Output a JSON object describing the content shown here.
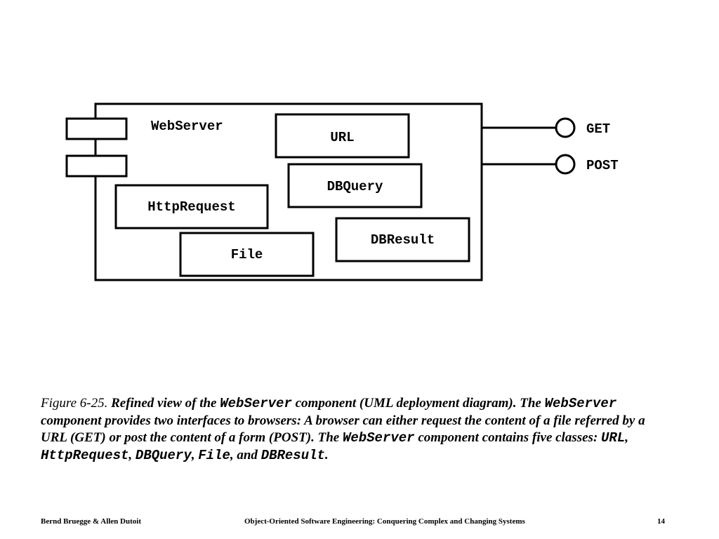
{
  "diagram": {
    "component": {
      "name": "WebServer",
      "classes": [
        "URL",
        "DBQuery",
        "HttpRequest",
        "DBResult",
        "File"
      ]
    },
    "interfaces": [
      "GET",
      "POST"
    ]
  },
  "caption": {
    "figure_number": "Figure 6-25.",
    "segments": [
      {
        "text": "Refined view of the ",
        "code": false
      },
      {
        "text": "WebServer",
        "code": true
      },
      {
        "text": " component (UML deployment diagram). The ",
        "code": false
      },
      {
        "text": "WebServer",
        "code": true
      },
      {
        "text": " component provides two interfaces to browsers: A browser can either request the content of a file referred by a URL (GET) or post the content of a form (POST). The ",
        "code": false
      },
      {
        "text": "WebServer",
        "code": true
      },
      {
        "text": " component contains five classes: ",
        "code": false
      },
      {
        "text": "URL",
        "code": true
      },
      {
        "text": ", ",
        "code": false
      },
      {
        "text": "HttpRequest",
        "code": true
      },
      {
        "text": ", ",
        "code": false
      },
      {
        "text": "DBQuery",
        "code": true
      },
      {
        "text": ", ",
        "code": false
      },
      {
        "text": "File",
        "code": true
      },
      {
        "text": ", and ",
        "code": false
      },
      {
        "text": "DBResult",
        "code": true
      },
      {
        "text": ".",
        "code": false
      }
    ]
  },
  "footer": {
    "authors": "Bernd Bruegge & Allen Dutoit",
    "book_title": "Object-Oriented Software Engineering: Conquering Complex and Changing Systems",
    "page_number": "14"
  }
}
